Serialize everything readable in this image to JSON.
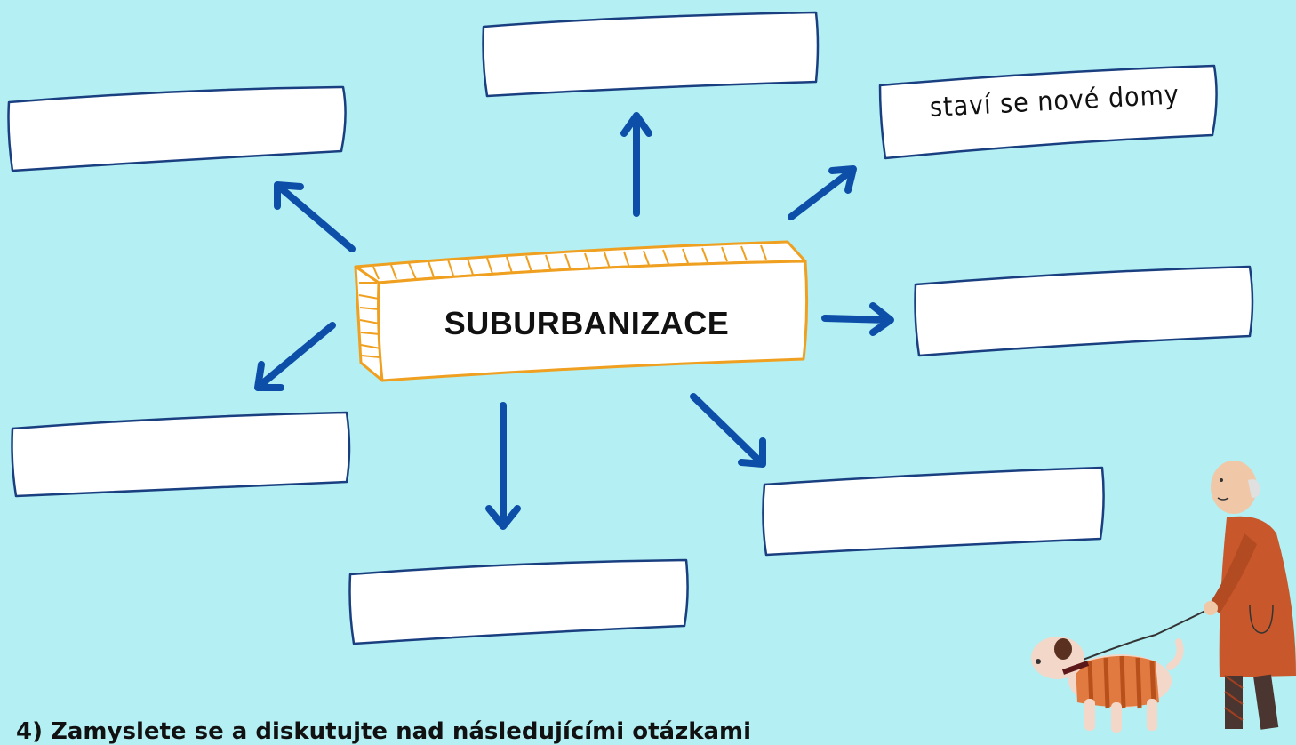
{
  "center": {
    "label": "SUBURBANIZACE"
  },
  "boxes": [
    {
      "id": "top",
      "text": ""
    },
    {
      "id": "top-left",
      "text": ""
    },
    {
      "id": "top-right",
      "text": "staví se nové domy"
    },
    {
      "id": "right",
      "text": ""
    },
    {
      "id": "bottom-right",
      "text": ""
    },
    {
      "id": "bottom",
      "text": ""
    },
    {
      "id": "bottom-left",
      "text": ""
    }
  ],
  "footer": {
    "heading": "4) Zamyslete se a diskutujte nad následujícími otázkami"
  },
  "colors": {
    "background": "#b3eff3",
    "arrow": "#0d4fa8",
    "box_border": "#1a3f80",
    "center_border": "#f0a020"
  },
  "illustration": {
    "subject": "elderly-man-walking-dog"
  }
}
